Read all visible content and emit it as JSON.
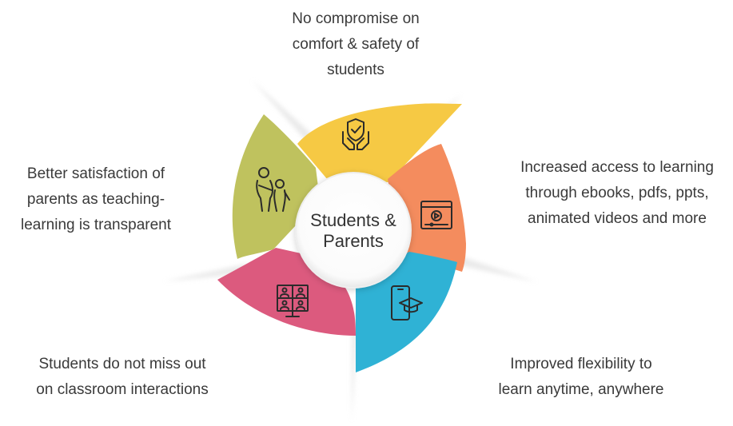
{
  "center": {
    "line1": "Students &",
    "line2": "Parents"
  },
  "colors": {
    "yellow": "#F6C944",
    "orange": "#F48C5E",
    "blue": "#2FB2D5",
    "pink": "#DC5A7E",
    "olive": "#BFC25E"
  },
  "segments": [
    {
      "id": "safety",
      "icon": "shield-hands-icon",
      "lines": [
        "No compromise on",
        "comfort & safety of",
        "students"
      ]
    },
    {
      "id": "access",
      "icon": "video-player-icon",
      "lines": [
        "Increased access to learning",
        "through ebooks, pdfs, ppts,",
        "animated videos and more"
      ]
    },
    {
      "id": "flexibility",
      "icon": "mobile-graduation-cap-icon",
      "lines": [
        "Improved flexibility to",
        "learn anytime, anywhere"
      ]
    },
    {
      "id": "interactions",
      "icon": "video-conference-icon",
      "lines": [
        "Students do not miss out",
        "on classroom interactions"
      ]
    },
    {
      "id": "satisfaction",
      "icon": "parent-child-icon",
      "lines": [
        "Better satisfaction of",
        "parents as teaching-",
        "learning is transparent"
      ]
    }
  ]
}
